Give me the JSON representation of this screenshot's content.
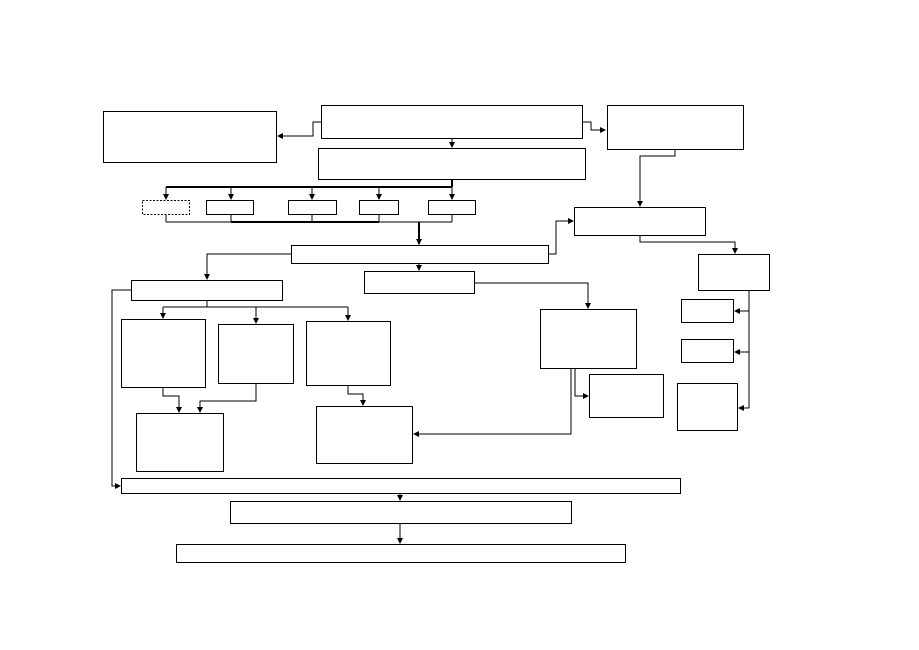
{
  "diagram": {
    "style": {
      "background": "#ffffff",
      "stroke": "#000000"
    },
    "boxes": [
      {
        "id": "top-left-box",
        "text": "",
        "border": "solid"
      },
      {
        "id": "top-center-box",
        "text": "",
        "border": "solid"
      },
      {
        "id": "top-right-box",
        "text": "",
        "border": "solid"
      },
      {
        "id": "second-center-box",
        "text": "",
        "border": "solid"
      },
      {
        "id": "branch-box-1",
        "text": "",
        "border": "dashed"
      },
      {
        "id": "branch-box-2",
        "text": "",
        "border": "solid"
      },
      {
        "id": "branch-box-3",
        "text": "",
        "border": "solid"
      },
      {
        "id": "branch-box-4",
        "text": "",
        "border": "solid"
      },
      {
        "id": "branch-box-5",
        "text": "",
        "border": "solid"
      },
      {
        "id": "right-mid-box",
        "text": "",
        "border": "solid"
      },
      {
        "id": "merge-box",
        "text": "",
        "border": "solid"
      },
      {
        "id": "center-small-box",
        "text": "",
        "border": "solid"
      },
      {
        "id": "far-right-box",
        "text": "",
        "border": "solid"
      },
      {
        "id": "left-header-box",
        "text": "",
        "border": "solid"
      },
      {
        "id": "left-sub-box-1",
        "text": "",
        "border": "solid"
      },
      {
        "id": "left-sub-box-2",
        "text": "",
        "border": "solid"
      },
      {
        "id": "left-sub-box-3",
        "text": "",
        "border": "solid"
      },
      {
        "id": "right-center-box",
        "text": "",
        "border": "solid"
      },
      {
        "id": "right-center-sub-box",
        "text": "",
        "border": "solid"
      },
      {
        "id": "far-right-small-1",
        "text": "",
        "border": "solid"
      },
      {
        "id": "far-right-small-2",
        "text": "",
        "border": "solid"
      },
      {
        "id": "far-right-small-3",
        "text": "",
        "border": "solid"
      },
      {
        "id": "left-bottom-box",
        "text": "",
        "border": "solid"
      },
      {
        "id": "center-bottom-box",
        "text": "",
        "border": "solid"
      },
      {
        "id": "wide-box-1",
        "text": "",
        "border": "solid"
      },
      {
        "id": "wide-box-2",
        "text": "",
        "border": "solid"
      },
      {
        "id": "wide-box-3",
        "text": "",
        "border": "solid"
      }
    ]
  }
}
